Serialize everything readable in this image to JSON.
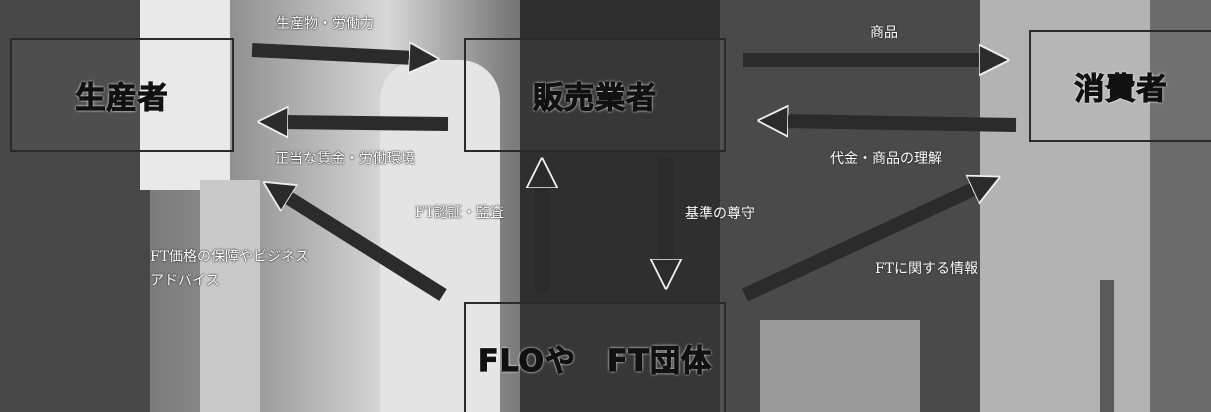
{
  "boxes": {
    "producer": "生産者",
    "seller": "販売業者",
    "consumer": "消費者",
    "flo": "FLOや　FT団体"
  },
  "flows": {
    "producer_to_seller": "生産物・労働力",
    "seller_to_producer": "正当な賃金・労働環境",
    "seller_to_consumer": "商品",
    "consumer_to_seller": "代金・商品の理解",
    "flo_to_seller": "FT認証・監査",
    "seller_to_flo": "基準の尊守",
    "flo_to_producer_line1": "FT価格の保障やビジネス",
    "flo_to_producer_line2": "アドバイス",
    "flo_to_consumer": "FTに関する情報"
  },
  "colors": {
    "arrow": "#2b2b2b",
    "box_border": "#2a2a2a",
    "flow_text": "#ffffff"
  }
}
